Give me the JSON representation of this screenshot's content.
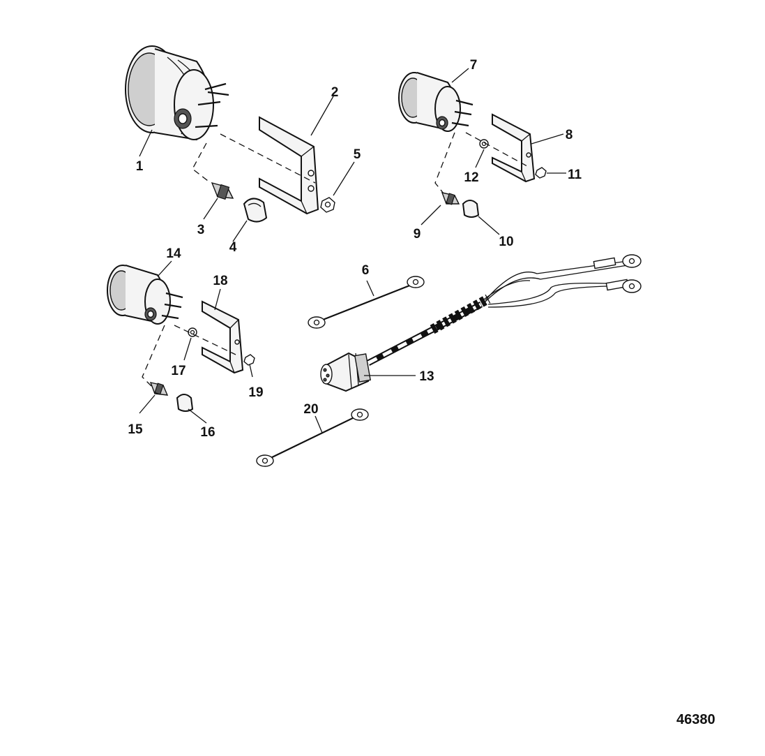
{
  "figure_number": "46380",
  "callouts": [
    "1",
    "2",
    "3",
    "4",
    "5",
    "6",
    "7",
    "8",
    "9",
    "10",
    "11",
    "12",
    "13",
    "14",
    "15",
    "16",
    "17",
    "18",
    "19",
    "20"
  ]
}
